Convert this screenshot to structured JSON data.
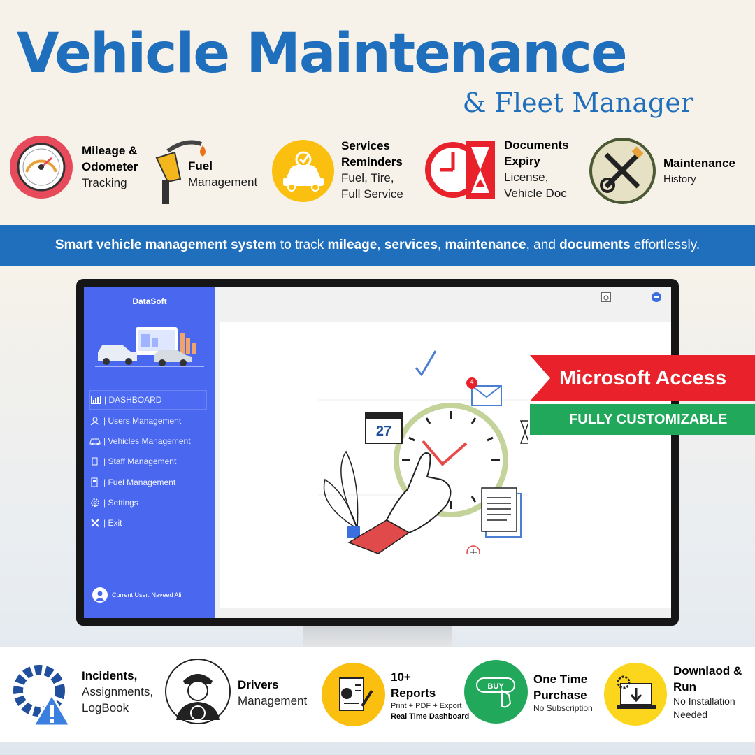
{
  "header": {
    "title": "Vehicle Maintenance",
    "subtitle": "& Fleet Manager"
  },
  "features": [
    {
      "icon": "speedometer-icon",
      "title_lines": [
        "Mileage &",
        "Odometer"
      ],
      "sub_lines": [
        "Tracking"
      ]
    },
    {
      "icon": "fuel-nozzle-icon",
      "title_lines": [
        "Fuel"
      ],
      "sub_lines": [
        "Management"
      ]
    },
    {
      "icon": "car-service-icon",
      "title_lines": [
        "Services",
        "Reminders"
      ],
      "sub_lines": [
        "Fuel, Tire,",
        "Full Service"
      ]
    },
    {
      "icon": "clock-hourglass-icon",
      "title_lines": [
        "Documents",
        "Expiry"
      ],
      "sub_lines": [
        "License,",
        "Vehicle Doc"
      ]
    },
    {
      "icon": "wrench-screwdriver-icon",
      "title_lines": [
        "Maintenance"
      ],
      "sub_lines": [
        "History"
      ]
    }
  ],
  "banner": {
    "parts": [
      {
        "text": "Smart vehicle management system",
        "bold": true
      },
      {
        "text": " to track ",
        "bold": false
      },
      {
        "text": "mileage",
        "bold": true
      },
      {
        "text": ", ",
        "bold": false
      },
      {
        "text": "services",
        "bold": true
      },
      {
        "text": ", ",
        "bold": false
      },
      {
        "text": "maintenance",
        "bold": true
      },
      {
        "text": ", and ",
        "bold": false
      },
      {
        "text": "documents",
        "bold": true
      },
      {
        "text": " effortlessly.",
        "bold": false
      }
    ]
  },
  "app": {
    "brand": "DataSoft",
    "nav": [
      {
        "icon": "chart-icon",
        "label": "| DASHBOARD",
        "active": true
      },
      {
        "icon": "users-icon",
        "label": "| Users Management",
        "active": false
      },
      {
        "icon": "car-icon",
        "label": "| Vehicles Management",
        "active": false
      },
      {
        "icon": "staff-icon",
        "label": "| Staff Management",
        "active": false
      },
      {
        "icon": "fuel-icon",
        "label": "| Fuel Management",
        "active": false
      },
      {
        "icon": "gear-icon",
        "label": "| Settings",
        "active": false
      },
      {
        "icon": "close-icon",
        "label": "| Exit",
        "active": false
      }
    ],
    "current_user": "Current User: Naveed Ali",
    "calendar_day": "27",
    "mail_badge": "4"
  },
  "ribbons": {
    "primary": "Microsoft Access",
    "secondary": "FULLY CUSTOMIZABLE"
  },
  "bottom_features": [
    {
      "icon": "incident-gear-warning-icon",
      "title": "Incidents,",
      "lines": [
        "Assignments,",
        "LogBook"
      ]
    },
    {
      "icon": "driver-icon",
      "title": "Drivers",
      "lines": [
        "Management"
      ]
    },
    {
      "icon": "report-icon",
      "title": "10+",
      "title2": "Reports",
      "sm": "Print + PDF + Export",
      "smb": "Real Time Dashboard"
    },
    {
      "icon": "buy-button-icon",
      "title": "One Time",
      "title2": "Purchase",
      "sm": "No Subscription"
    },
    {
      "icon": "download-run-icon",
      "title": "Downlaod &",
      "title2": "Run",
      "lines": [
        "No Installation",
        "Needed"
      ]
    }
  ],
  "colors": {
    "brand_blue": "#1f6fbd",
    "sidebar_blue": "#4a67f0",
    "ribbon_red": "#e8212a",
    "ribbon_green": "#22a85a",
    "accent_yellow": "#fbbf10"
  }
}
